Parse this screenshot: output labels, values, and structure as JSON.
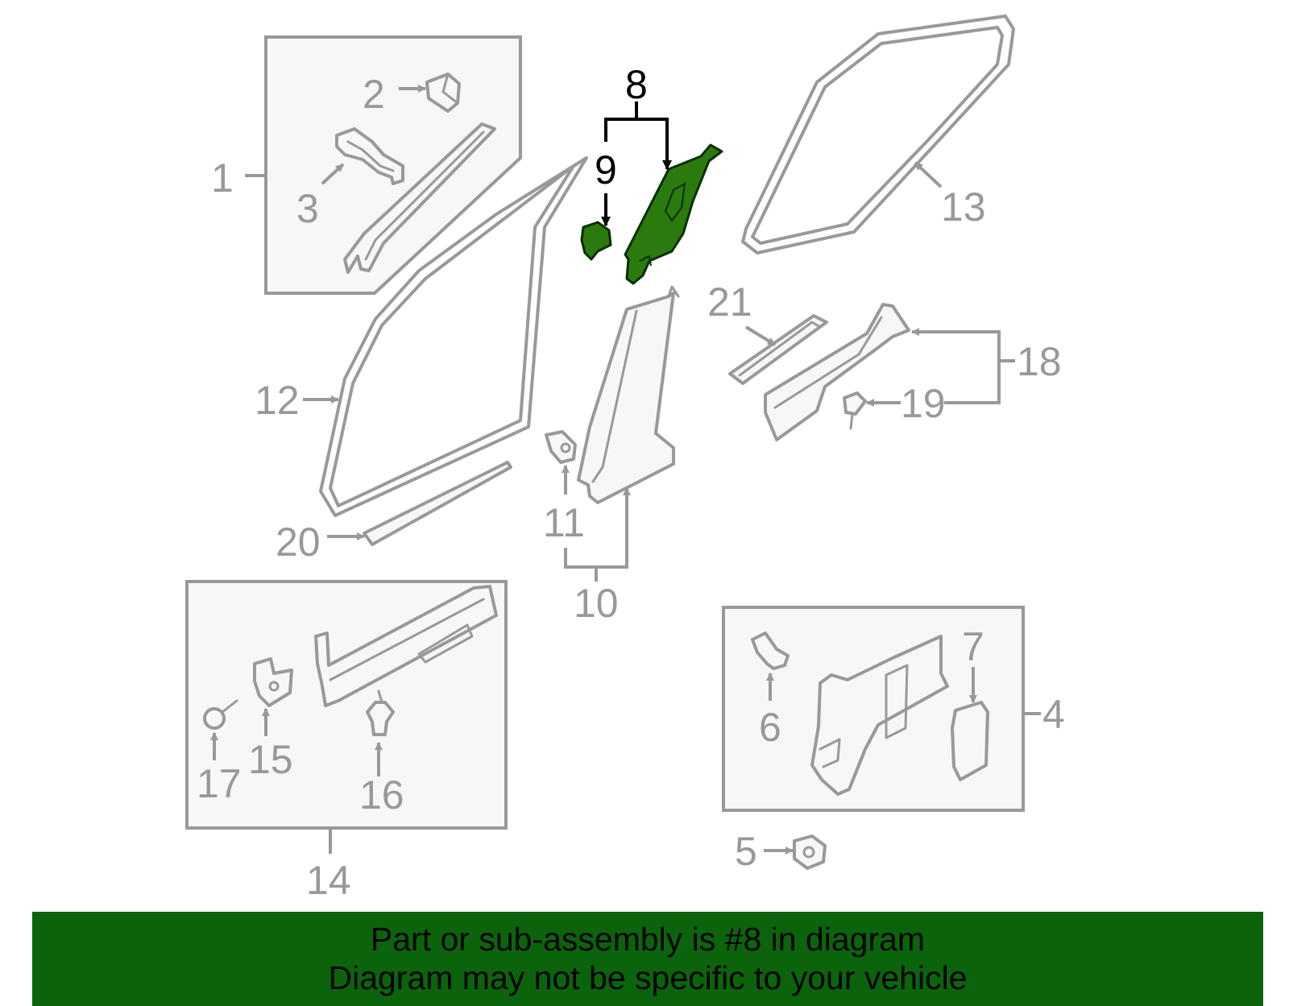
{
  "callouts": {
    "c1": "1",
    "c2": "2",
    "c3": "3",
    "c4": "4",
    "c5": "5",
    "c6": "6",
    "c7": "7",
    "c8": "8",
    "c9": "9",
    "c10": "10",
    "c11": "11",
    "c12": "12",
    "c13": "13",
    "c14": "14",
    "c15": "15",
    "c16": "16",
    "c17": "17",
    "c18": "18",
    "c19": "19",
    "c20": "20",
    "c21": "21"
  },
  "highlighted_part": "8",
  "colors": {
    "highlight_fill": "#2b7a0e",
    "banner_background": "#0b640b",
    "callout_gray": "#999999",
    "callout_active": "#000000"
  },
  "banner": {
    "line1": "Part or sub-assembly is #8 in diagram",
    "line2": "Diagram may not be specific to your vehicle"
  }
}
